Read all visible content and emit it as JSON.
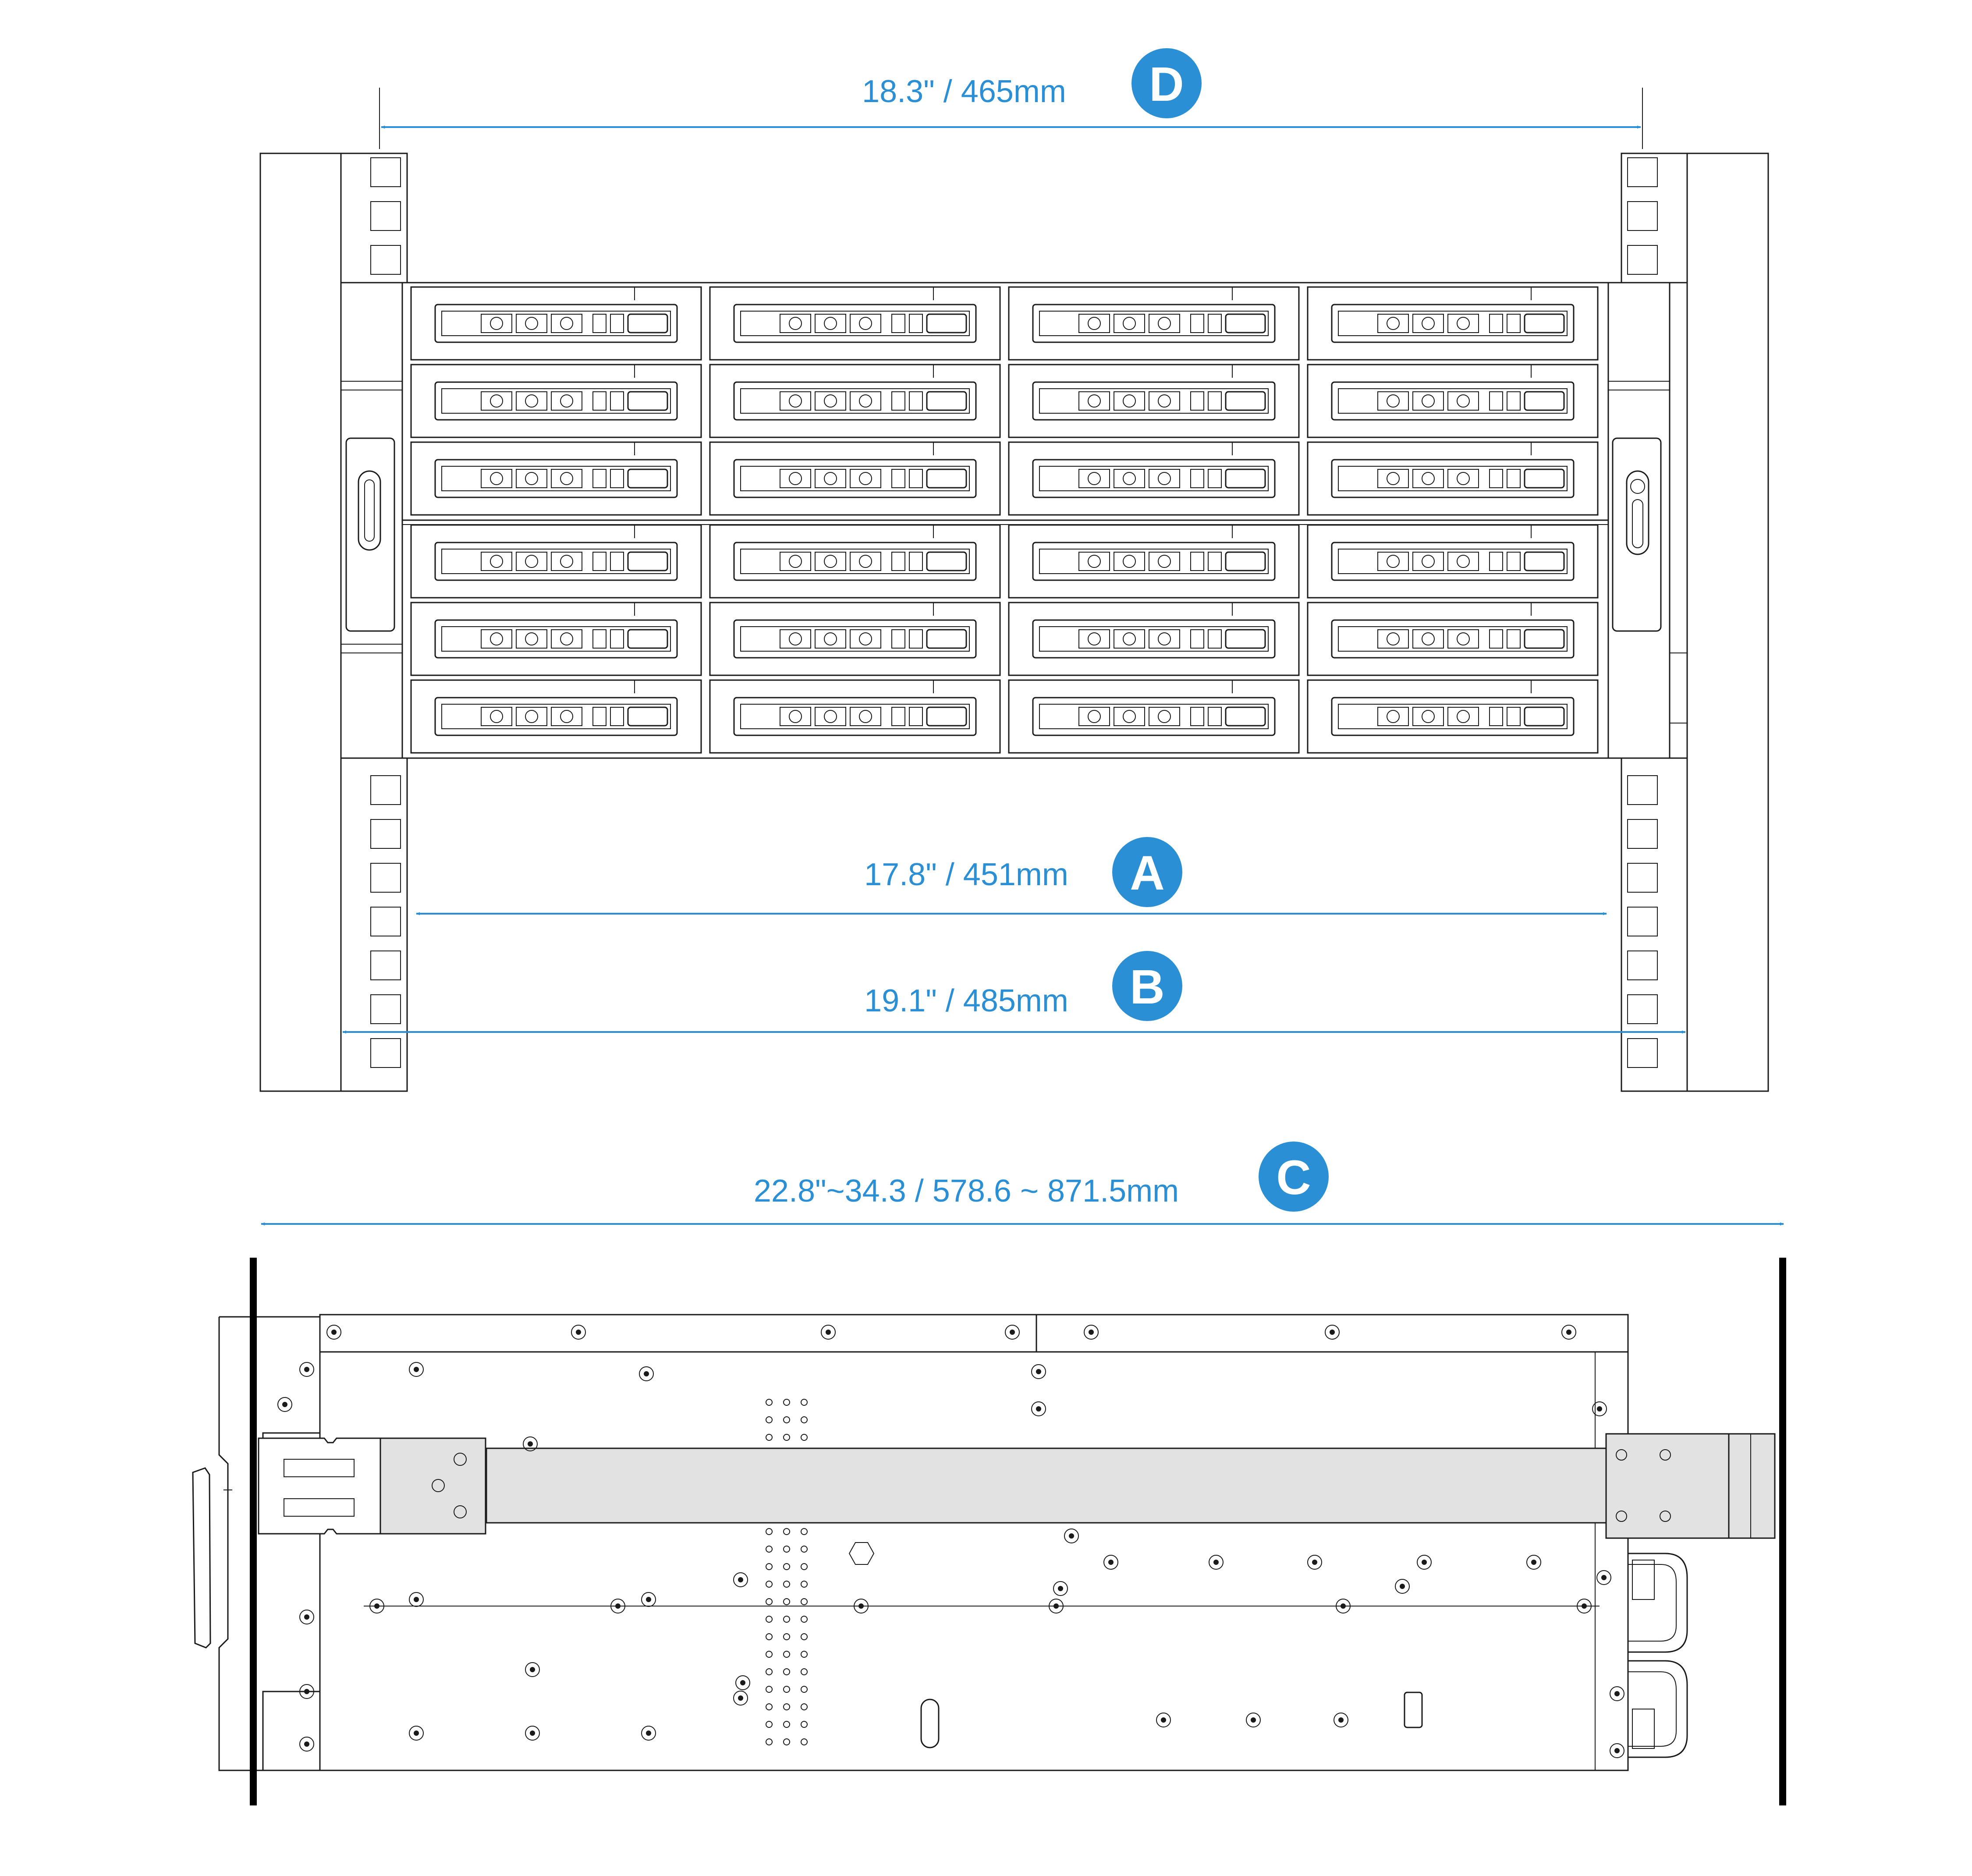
{
  "colors": {
    "accent": "#2a8fd4",
    "line": "#1a1a1a",
    "rail": "#e2e2e2"
  },
  "dimensions": {
    "D": {
      "badge": "D",
      "label": "18.3\" / 465mm"
    },
    "A": {
      "badge": "A",
      "label": "17.8\" / 451mm"
    },
    "B": {
      "badge": "B",
      "label": "19.1\" / 485mm"
    },
    "C": {
      "badge": "C",
      "label": "22.8\"~34.3  /  578.6 ~ 871.5mm"
    }
  },
  "front_view": {
    "drive_bays": {
      "rows": 6,
      "columns": 4
    }
  }
}
